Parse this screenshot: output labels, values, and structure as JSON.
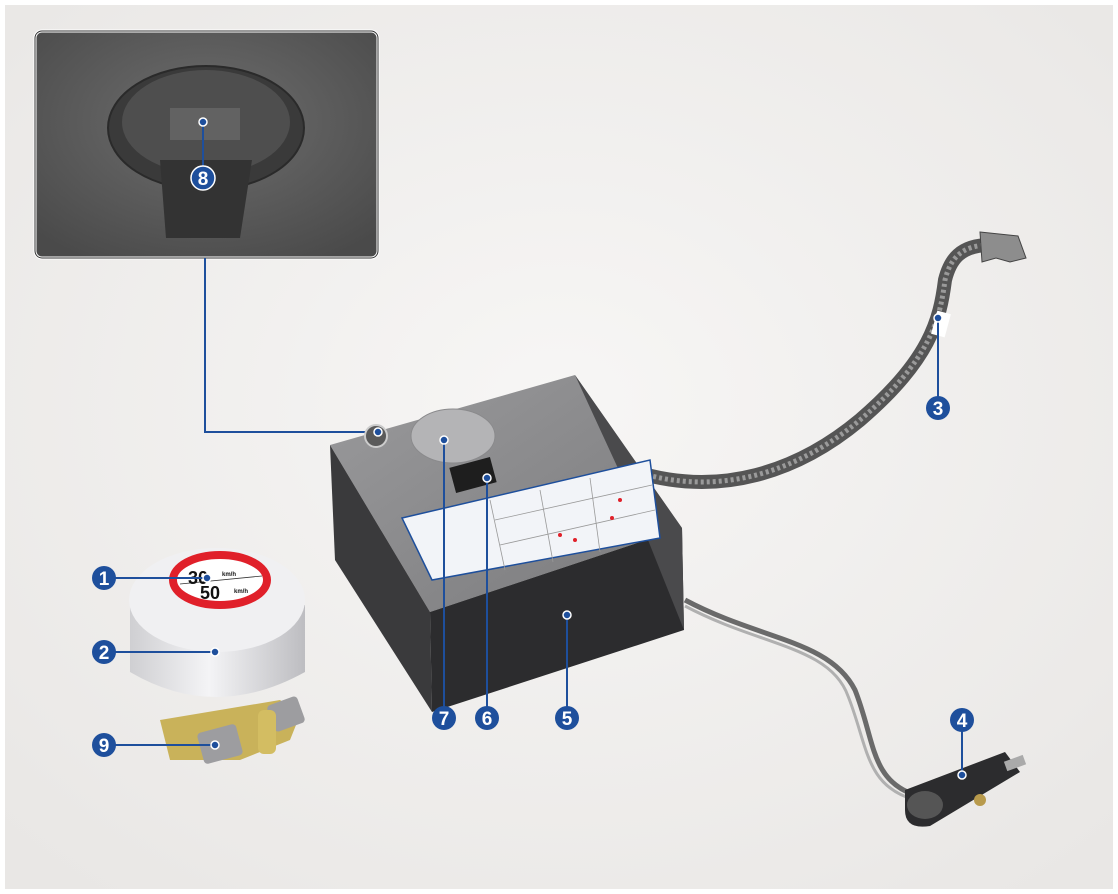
{
  "colors": {
    "background": "#f1efee",
    "callout_blue": "#1e4f9c",
    "inset_bg": "#5e5e5e",
    "compressor_top": "#8a8a8c",
    "compressor_front": "#2c2c2e",
    "sealant_white": "#e6e6e8",
    "valve_brass": "#c9b25a",
    "sticker_red": "#e0202a"
  },
  "sealant_sticker": {
    "speed_top": "30",
    "unit_top": "km/h",
    "speed_bottom": "50",
    "unit_bottom": "km/h"
  },
  "callouts": [
    {
      "number": "1",
      "part": "sealant-speed-sticker"
    },
    {
      "number": "2",
      "part": "sealant-bottle"
    },
    {
      "number": "3",
      "part": "compressor-hose"
    },
    {
      "number": "4",
      "part": "power-plug"
    },
    {
      "number": "5",
      "part": "compressor"
    },
    {
      "number": "6",
      "part": "on-off-switch"
    },
    {
      "number": "7",
      "part": "pressure-gauge"
    },
    {
      "number": "8",
      "part": "deflation-button"
    },
    {
      "number": "9",
      "part": "valve-connector"
    }
  ]
}
